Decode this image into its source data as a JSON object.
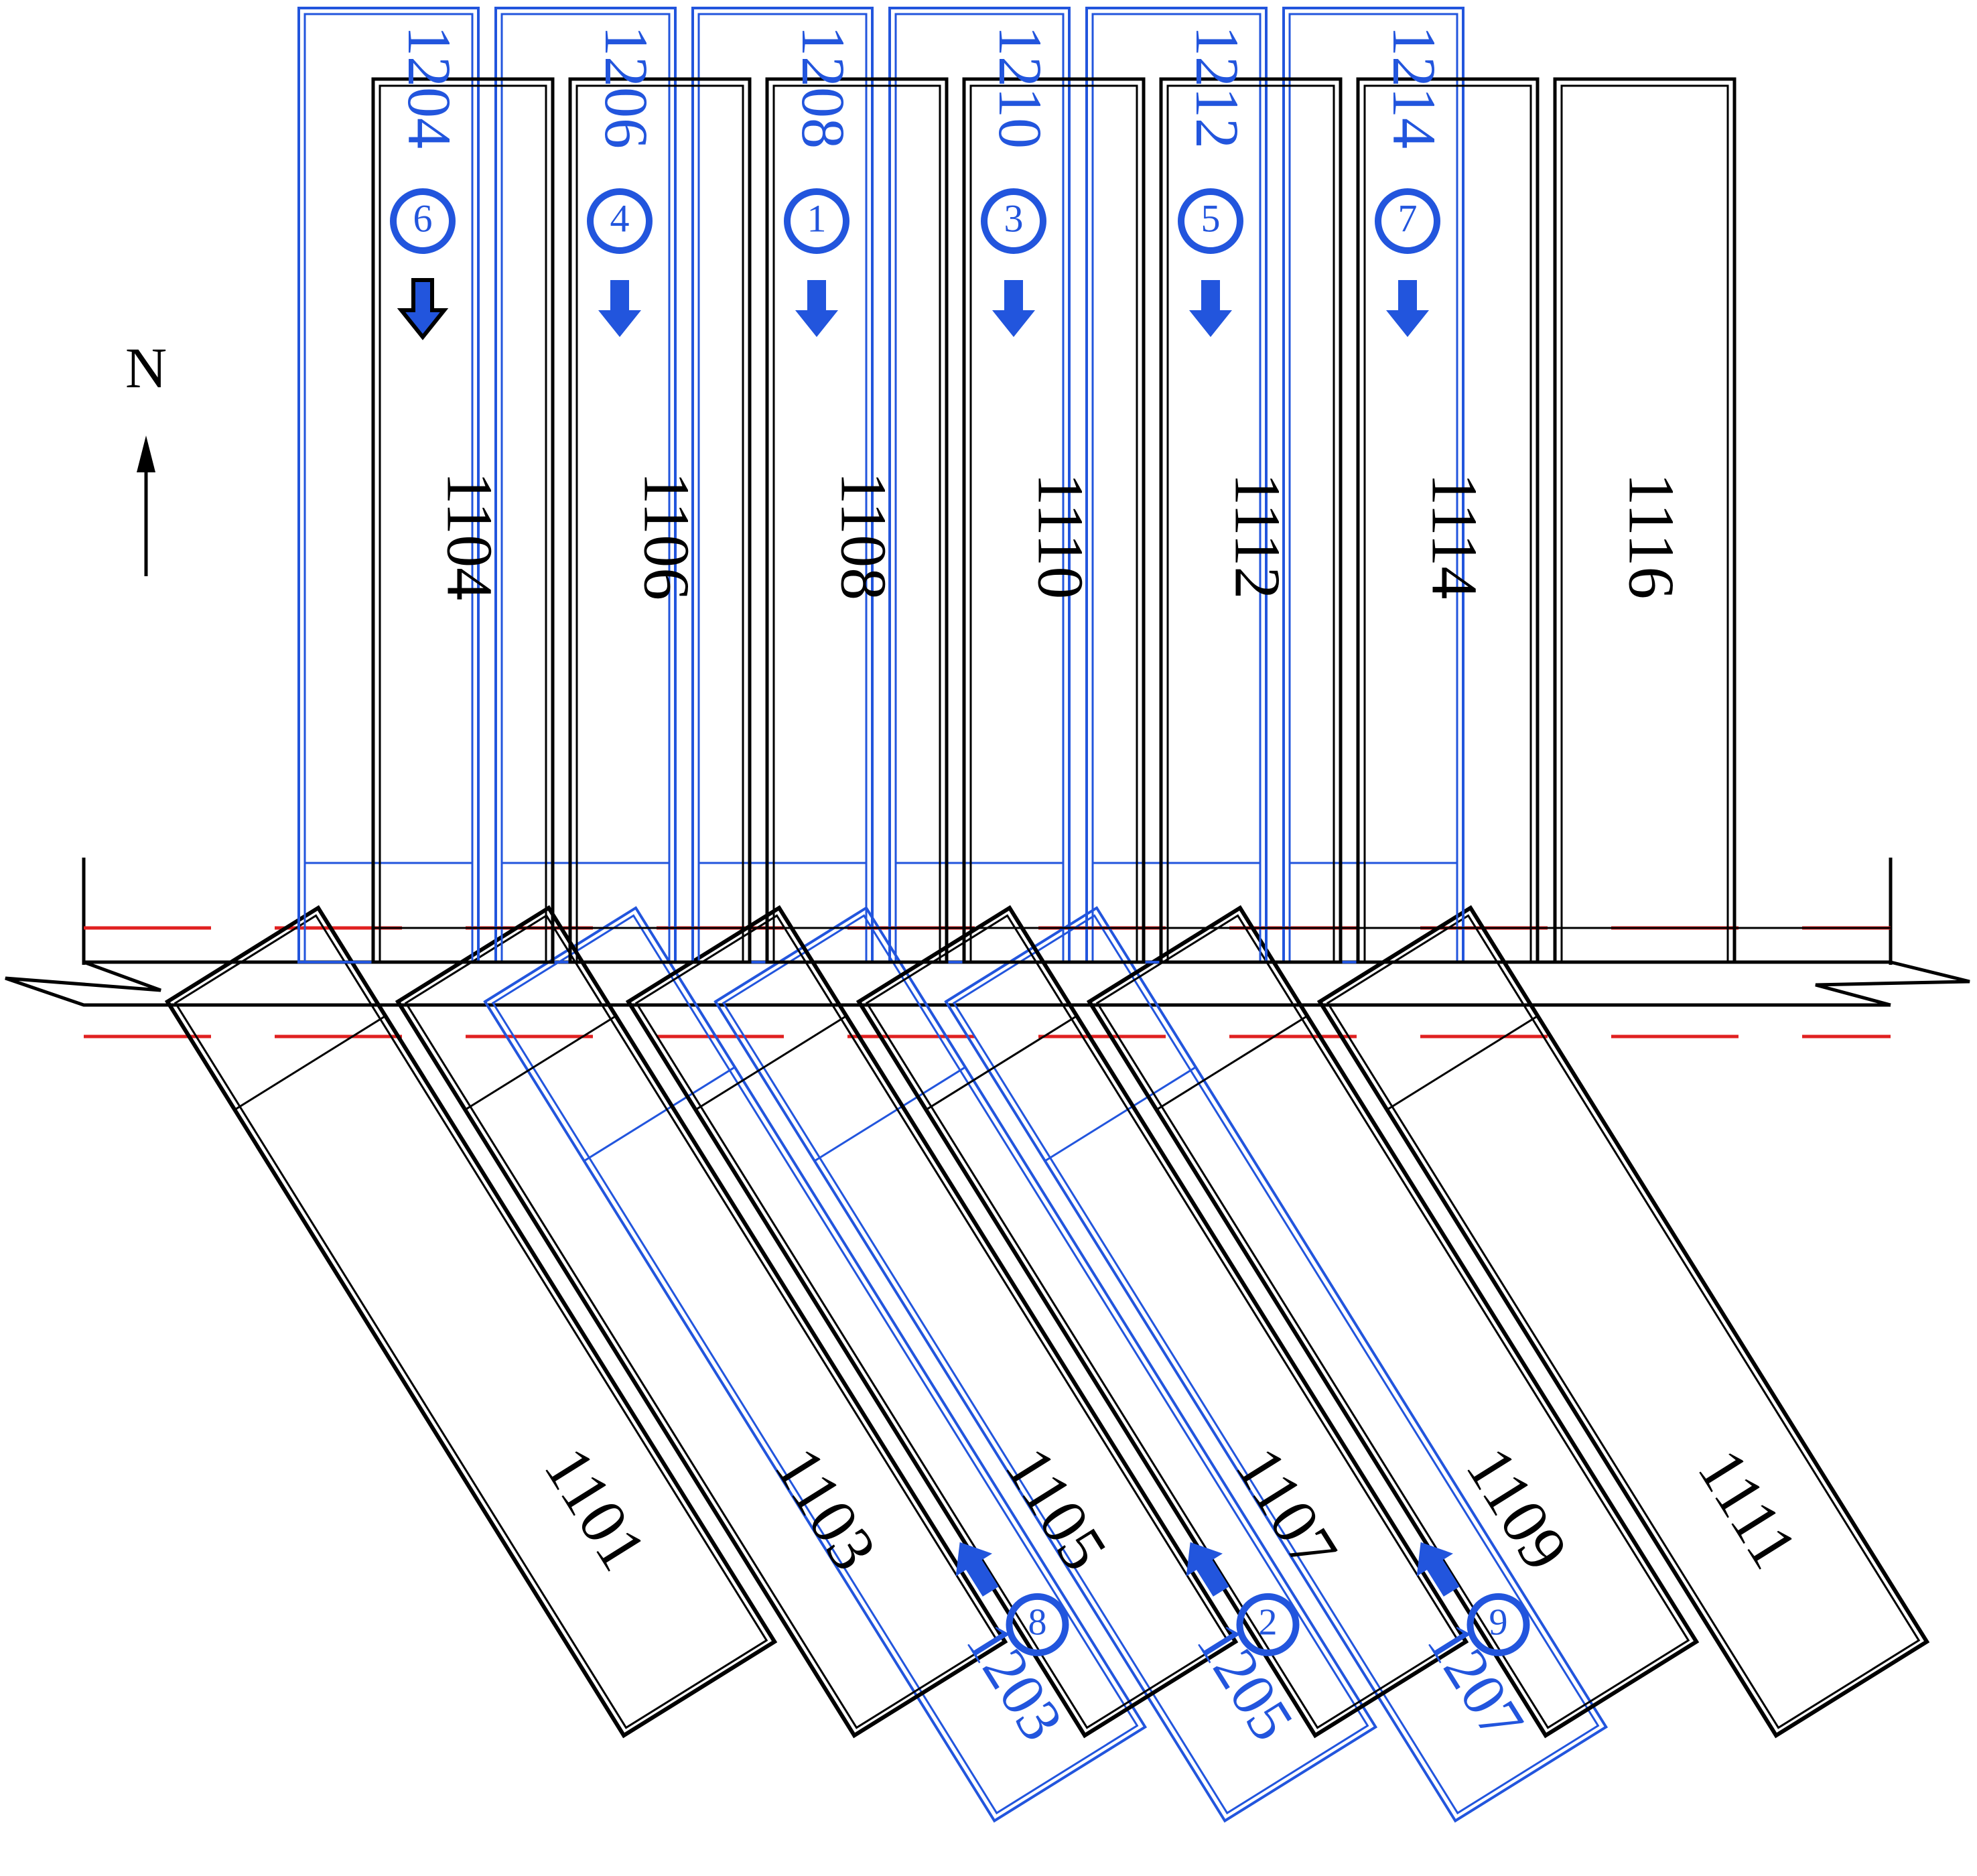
{
  "colors": {
    "upper_seam": "#000000",
    "lower_seam": "#2255dd",
    "roadway_centerline": "#e02020",
    "text_black": "#000000",
    "text_blue": "#2255dd"
  },
  "north": {
    "label": "N"
  },
  "north_panels": [
    {
      "id": "1104",
      "upper_label": "1204",
      "sequence": "6",
      "arrow_outline": true
    },
    {
      "id": "1106",
      "upper_label": "1206",
      "sequence": "4"
    },
    {
      "id": "1108",
      "upper_label": "1208",
      "sequence": "1"
    },
    {
      "id": "1110",
      "upper_label": "1210",
      "sequence": "3"
    },
    {
      "id": "1112",
      "upper_label": "1212",
      "sequence": "5"
    },
    {
      "id": "1114",
      "upper_label": "1214",
      "sequence": "7"
    },
    {
      "id": "1116"
    }
  ],
  "south_panels": [
    {
      "id": "1101"
    },
    {
      "id": "1103",
      "lower_label": "1203",
      "sequence": "8"
    },
    {
      "id": "1105",
      "lower_label": "1205",
      "sequence": "2"
    },
    {
      "id": "1107",
      "lower_label": "1207",
      "sequence": "9"
    },
    {
      "id": "1109"
    },
    {
      "id": "1111"
    }
  ]
}
